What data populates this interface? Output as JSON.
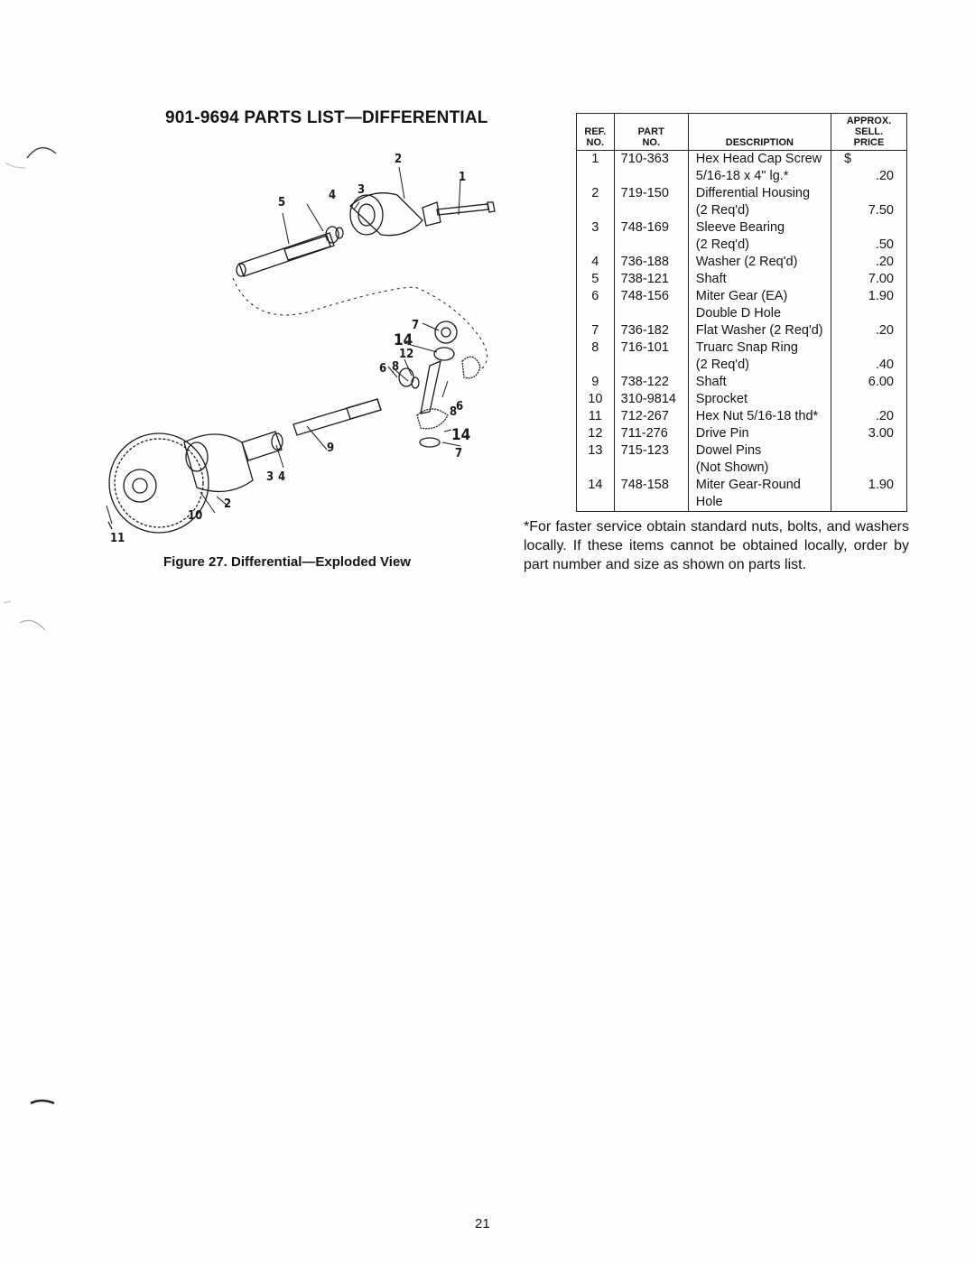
{
  "title": "901-9694 PARTS LIST—DIFFERENTIAL",
  "figure_caption": "Figure 27. Differential—Exploded View",
  "diagram_callouts": {
    "c2a": "2",
    "c1a": "1",
    "c5a": "5",
    "c4a": "4",
    "c3a": "3",
    "c7a": "7",
    "c14a": "14",
    "c12a": "12",
    "c6a": "6",
    "c8a": "8",
    "c8b": "8",
    "c6b": "6",
    "c14b": "14",
    "c7b": "7",
    "c9": "9",
    "c3b": "3",
    "c4b": "4",
    "c10": "10",
    "c2b": "2",
    "c11": "11"
  },
  "table": {
    "headers": {
      "ref_1": "REF.",
      "ref_2": "NO.",
      "part_1": "PART",
      "part_2": "NO.",
      "desc": "DESCRIPTION",
      "price_1": "APPROX.",
      "price_2": "SELL.",
      "price_3": "PRICE"
    },
    "rows": [
      {
        "ref": "1",
        "part": "710-363",
        "desc": "Hex Head Cap Screw",
        "price": "$"
      },
      {
        "ref": "",
        "part": "",
        "desc": "5/16-18 x 4\" lg.*",
        "price": ".20"
      },
      {
        "ref": "2",
        "part": "719-150",
        "desc": "Differential Housing",
        "price": ""
      },
      {
        "ref": "",
        "part": "",
        "desc": "(2 Req'd)",
        "price": "7.50"
      },
      {
        "ref": "3",
        "part": "748-169",
        "desc": "Sleeve Bearing",
        "price": ""
      },
      {
        "ref": "",
        "part": "",
        "desc": "(2 Req'd)",
        "price": ".50"
      },
      {
        "ref": "4",
        "part": "736-188",
        "desc": "Washer (2 Req'd)",
        "price": ".20"
      },
      {
        "ref": "5",
        "part": "738-121",
        "desc": "Shaft",
        "price": "7.00"
      },
      {
        "ref": "6",
        "part": "748-156",
        "desc": "Miter Gear (EA)",
        "price": "1.90"
      },
      {
        "ref": "",
        "part": "",
        "desc": "Double D Hole",
        "price": ""
      },
      {
        "ref": "7",
        "part": "736-182",
        "desc": "Flat Washer (2 Req'd)",
        "price": ".20"
      },
      {
        "ref": "8",
        "part": "716-101",
        "desc": "Truarc Snap Ring",
        "price": ""
      },
      {
        "ref": "",
        "part": "",
        "desc": "(2 Req'd)",
        "price": ".40"
      },
      {
        "ref": "9",
        "part": "738-122",
        "desc": "Shaft",
        "price": "6.00"
      },
      {
        "ref": "10",
        "part": "310-9814",
        "desc": "Sprocket",
        "price": ""
      },
      {
        "ref": "11",
        "part": "712-267",
        "desc": "Hex Nut 5/16-18 thd*",
        "price": ".20"
      },
      {
        "ref": "12",
        "part": "711-276",
        "desc": "Drive Pin",
        "price": "3.00"
      },
      {
        "ref": "13",
        "part": "715-123",
        "desc": "Dowel Pins",
        "price": ""
      },
      {
        "ref": "",
        "part": "",
        "desc": "(Not Shown)",
        "price": ""
      },
      {
        "ref": "14",
        "part": "748-158",
        "desc": "Miter Gear-Round Hole",
        "price": "1.90"
      }
    ]
  },
  "footnote": "*For faster service obtain standard nuts, bolts, and washers locally. If these items cannot be obtained locally, order by part number and size as shown on parts list.",
  "page_number": "21"
}
